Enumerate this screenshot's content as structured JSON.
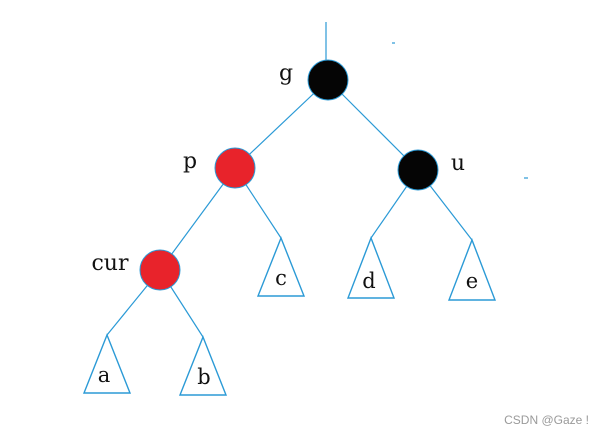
{
  "colors": {
    "edge": "#2b9ad6",
    "red": "#e8232b",
    "black": "#050505"
  },
  "nodes": [
    {
      "id": "g",
      "label": "g",
      "color": "black"
    },
    {
      "id": "p",
      "label": "p",
      "color": "red"
    },
    {
      "id": "u",
      "label": "u",
      "color": "black"
    },
    {
      "id": "cur",
      "label": "cur",
      "color": "red"
    }
  ],
  "subtrees": [
    {
      "id": "a",
      "label": "a"
    },
    {
      "id": "b",
      "label": "b"
    },
    {
      "id": "c",
      "label": "c"
    },
    {
      "id": "d",
      "label": "d"
    },
    {
      "id": "e",
      "label": "e"
    }
  ],
  "edges": [
    [
      "g",
      "p"
    ],
    [
      "g",
      "u"
    ],
    [
      "p",
      "cur"
    ],
    [
      "p",
      "c"
    ],
    [
      "u",
      "d"
    ],
    [
      "u",
      "e"
    ],
    [
      "cur",
      "a"
    ],
    [
      "cur",
      "b"
    ]
  ],
  "watermark": "CSDN @Gaze !"
}
